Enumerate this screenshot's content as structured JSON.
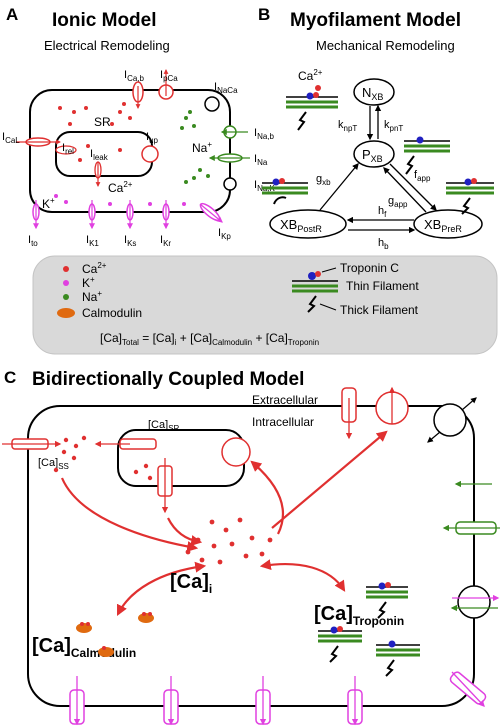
{
  "panel_a": {
    "letter": "A",
    "title": "Ionic Model",
    "subtitle": "Electrical Remodeling",
    "labels": {
      "i_cab": "I",
      "i_cab_sub": "Ca,b",
      "i_pca": "I",
      "i_pca_sub": "pCa",
      "i_naca": "I",
      "i_naca_sub": "NaCa",
      "sr": "SR",
      "i_cal": "I",
      "i_cal_sub": "CaL",
      "i_rel": "I",
      "i_rel_sub": "rel",
      "i_leak": "I",
      "i_leak_sub": "leak",
      "i_up": "I",
      "i_up_sub": "up",
      "i_nab": "I",
      "i_nab_sub": "Na,b",
      "na_plus": "Na",
      "i_na": "I",
      "i_na_sub": "Na",
      "ca2": "Ca",
      "i_nak": "I",
      "i_nak_sub": "Na,K",
      "k_plus": "K",
      "i_to": "I",
      "i_to_sub": "to",
      "i_k1": "I",
      "i_k1_sub": "K1",
      "i_ks": "I",
      "i_ks_sub": "Ks",
      "i_kr": "I",
      "i_kr_sub": "Kr",
      "i_kp": "I",
      "i_kp_sub": "Kp"
    }
  },
  "panel_b": {
    "letter": "B",
    "title": "Myofilament Model",
    "subtitle": "Mechanical Remodeling",
    "ca2": "Ca",
    "states": {
      "nxb": "N",
      "nxb_sub": "XB",
      "pxb": "P",
      "pxb_sub": "XB",
      "xbpostr": "XB",
      "xbpostr_sub": "PostR",
      "xbprer": "XB",
      "xbprer_sub": "PreR"
    },
    "rates": {
      "knpt": "k",
      "knpt_sub": "npT",
      "kpnt": "k",
      "kpnt_sub": "pnT",
      "gxb": "g",
      "gxb_sub": "xb",
      "fapp": "f",
      "fapp_sub": "app",
      "gapp": "g",
      "gapp_sub": "app",
      "hf": "h",
      "hf_sub": "f",
      "hb": "h",
      "hb_sub": "b"
    }
  },
  "legend": {
    "items": [
      "Ca",
      "K",
      "Na",
      "Calmodulin"
    ],
    "troponin": "Troponin C",
    "thin": "Thin Filament",
    "thick": "Thick Filament",
    "equation": {
      "a": "[Ca]",
      "a_sub": "Total",
      "eq": " = [Ca]",
      "b_sub": "i",
      "plus1": " + [Ca]",
      "c_sub": "Calmodulin",
      "plus2": " + [Ca]",
      "d_sub": "Troponin"
    },
    "colors": {
      "ca": "#e03030",
      "k": "#e040e0",
      "na": "#3a8a20",
      "calmodulin": "#e06a10"
    }
  },
  "panel_c": {
    "letter": "C",
    "title": "Bidirectionally Coupled Model",
    "extracellular": "Extracellular",
    "intracellular": "Intracellular",
    "ca_sr": "[Ca]",
    "ca_sr_sub": "SR",
    "ca_ss": "[Ca]",
    "ca_ss_sub": "SS",
    "ca_i": "[Ca]",
    "ca_i_sub": "i",
    "ca_cal": "[Ca]",
    "ca_cal_sub": "Calmodulin",
    "ca_trop": "[Ca]",
    "ca_trop_sub": "Troponin"
  }
}
